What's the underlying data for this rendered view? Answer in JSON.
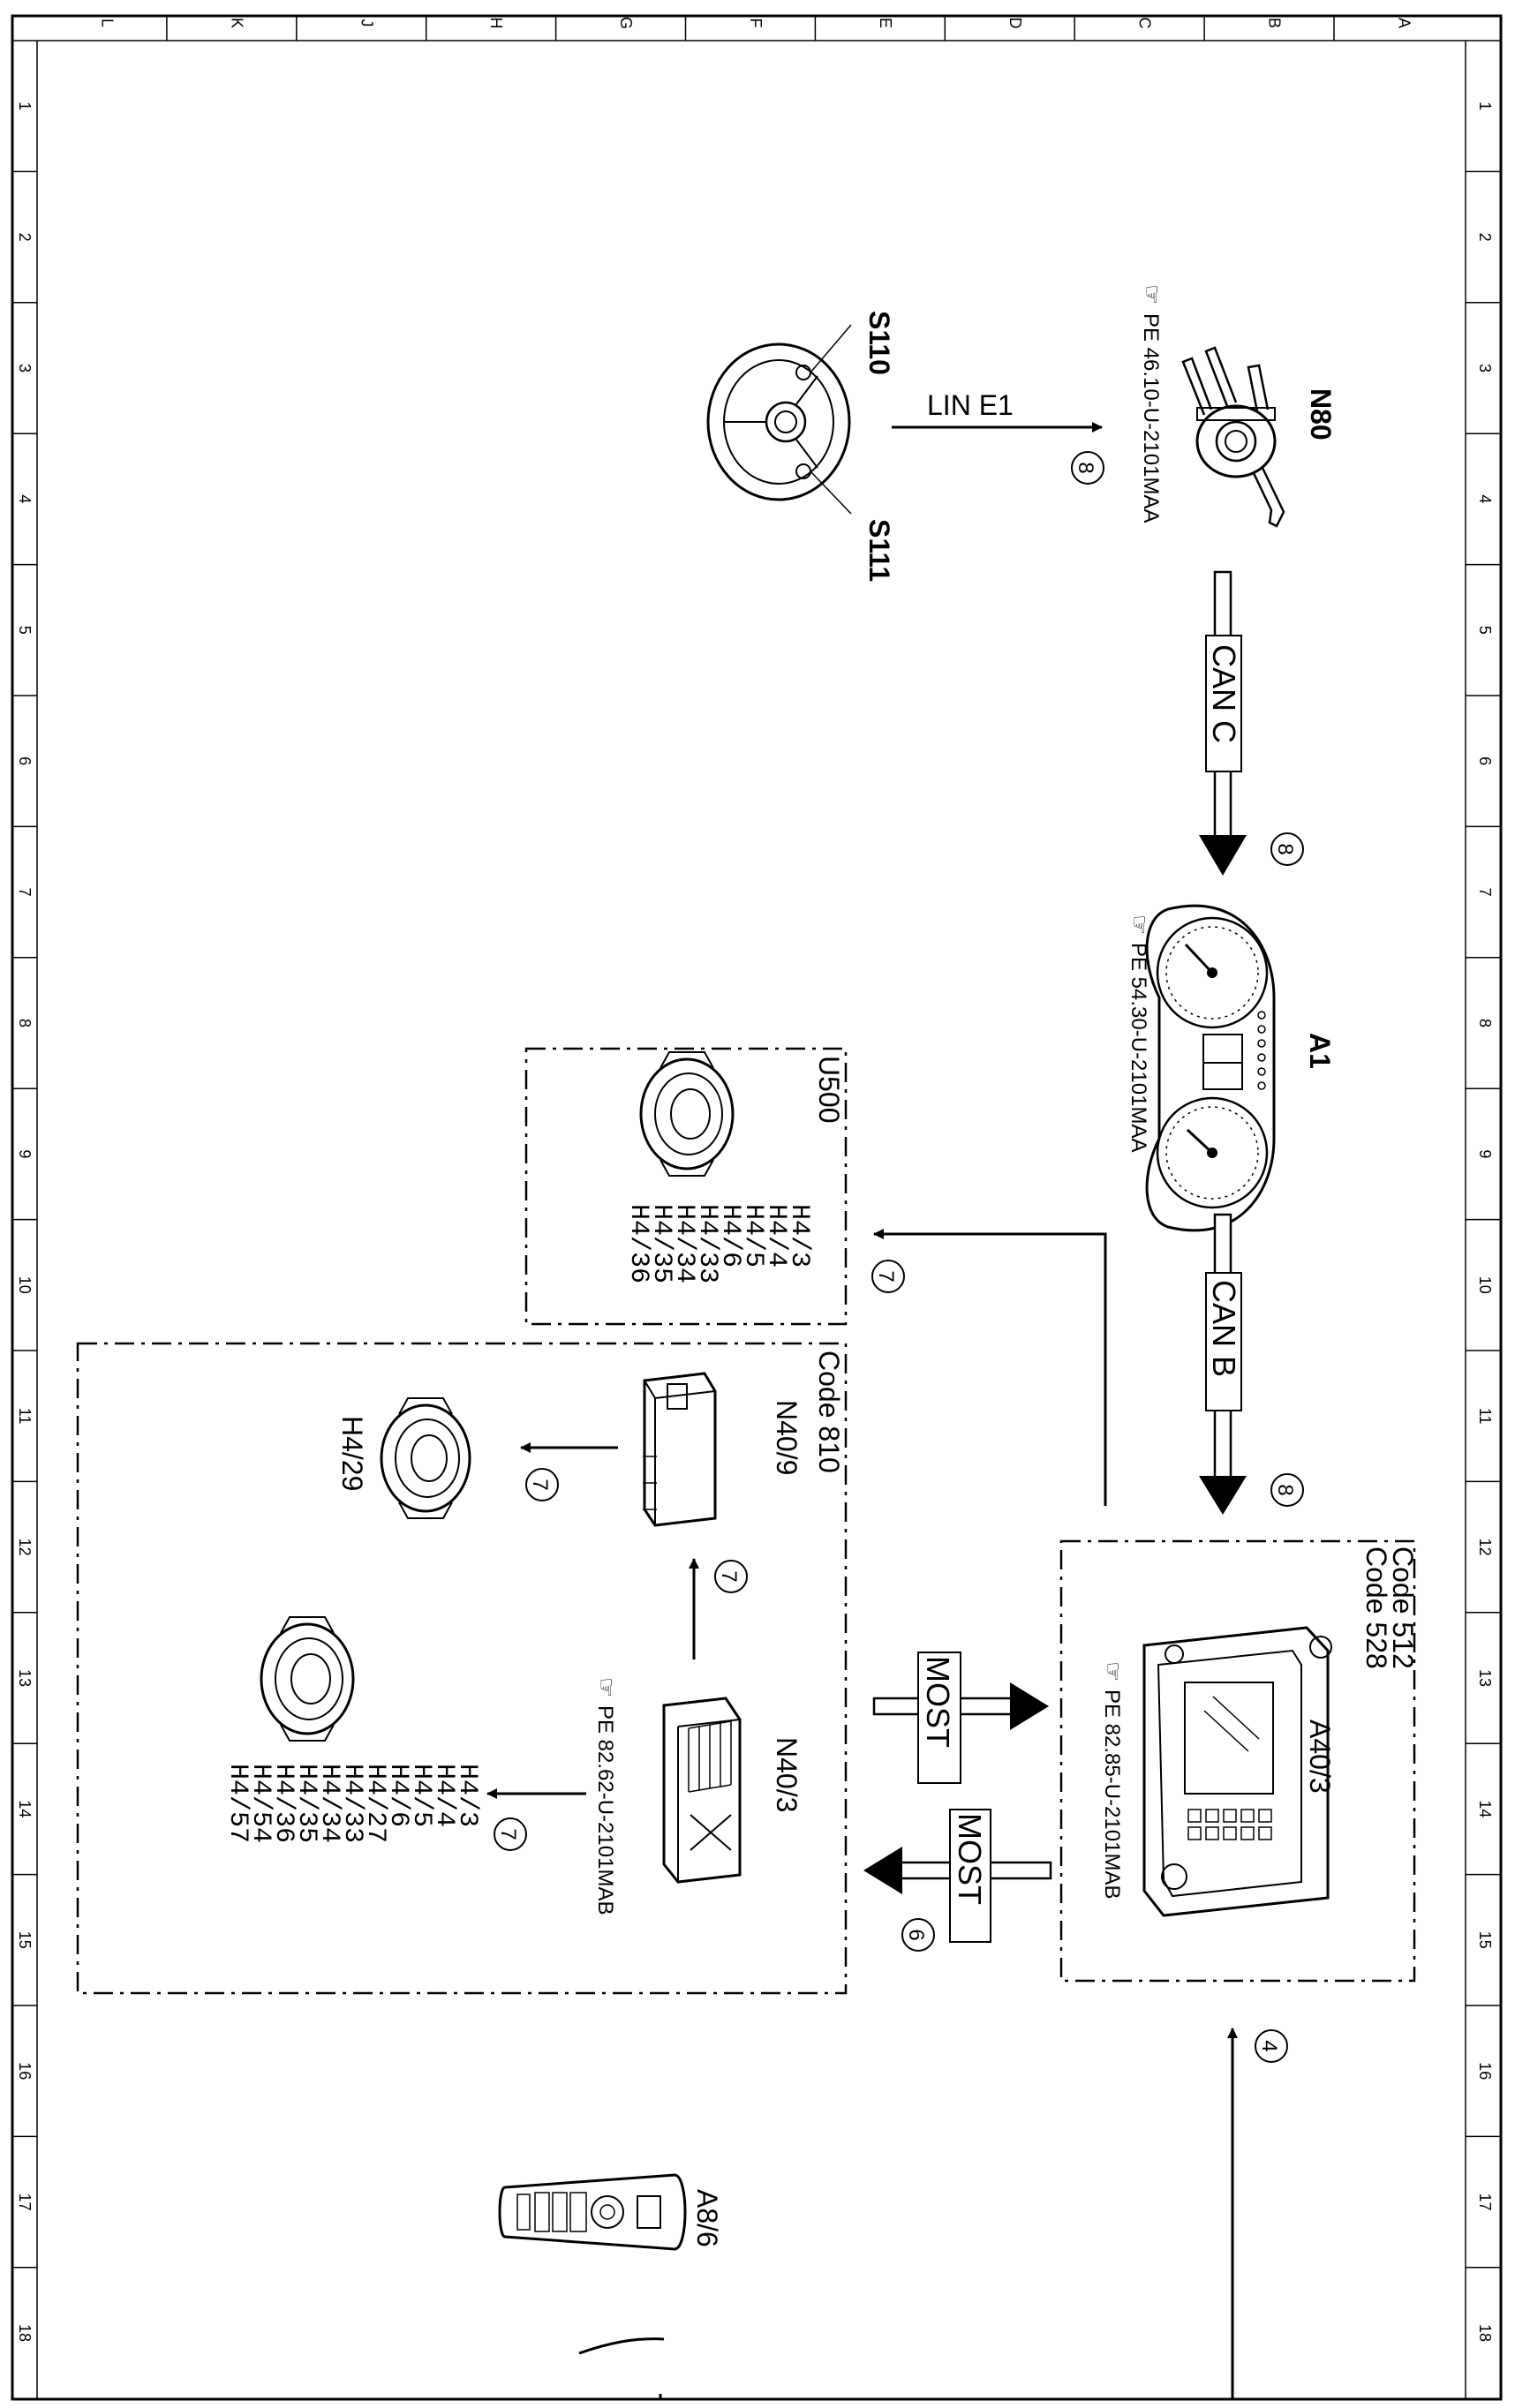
{
  "frame": {
    "columns": [
      "L",
      "K",
      "J",
      "H",
      "G",
      "F",
      "E",
      "D",
      "C",
      "B",
      "A"
    ],
    "rows": [
      "1",
      "2",
      "3",
      "4",
      "5",
      "6",
      "7",
      "8",
      "9",
      "10",
      "11",
      "12",
      "13",
      "14",
      "15",
      "16",
      "17",
      "18"
    ]
  },
  "components": {
    "s110": {
      "label": "S110"
    },
    "s111": {
      "label": "S111"
    },
    "n80": {
      "label": "N80",
      "ref": "PE 46.10-U-2101MAA"
    },
    "a1": {
      "label": "A1",
      "ref": "PE 54.30-U-2101MAA"
    },
    "a40_3": {
      "label": "A40/3",
      "ref": "PE 82.85-U-2101MAB",
      "codes": [
        "Code 512",
        "Code 528"
      ]
    },
    "n40_3": {
      "label": "N40/3",
      "ref": "PE 82.62-U-2101MAB",
      "speakers": [
        "H4/3",
        "H4/4",
        "H4/5",
        "H4/6",
        "H4/27",
        "H4/33",
        "H4/34",
        "H4/35",
        "H4/36",
        "H4/54",
        "H4/57"
      ]
    },
    "n40_9": {
      "label": "N40/9"
    },
    "h4_29": {
      "label": "H4/29"
    },
    "u500": {
      "label": "U500",
      "speakers": [
        "H4/3",
        "H4/4",
        "H4/5",
        "H4/6",
        "H4/33",
        "H4/34",
        "H4/35",
        "H4/36"
      ]
    },
    "code810": {
      "label": "Code 810"
    },
    "a8_6": {
      "label": "A8/6"
    }
  },
  "buses": {
    "lin": "LIN E1",
    "can_c": "CAN C",
    "can_b": "CAN B",
    "most_in": "MOST",
    "most_out": "MOST"
  },
  "markers": {
    "lin": "8",
    "can_c": "8",
    "can_b": "8",
    "u500": "7",
    "h4_29": "7",
    "n40_9": "7",
    "n40_3": "7",
    "most_out": "6",
    "a40_feed": "4"
  }
}
